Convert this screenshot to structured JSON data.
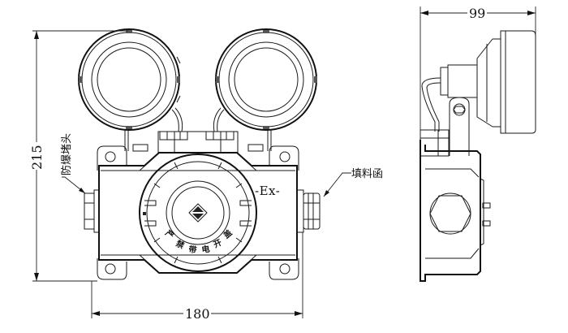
{
  "drawing": {
    "title": "Explosion-proof emergency light — dimension drawing",
    "dimensions": {
      "height": "215",
      "width": "180",
      "depth": "99"
    },
    "callouts": {
      "left_port": "防爆堵头",
      "right_port": "填料函"
    },
    "cover_warning": [
      "严",
      "禁",
      "带",
      "电",
      "开",
      "盖"
    ],
    "ex_mark": "-Ex-",
    "colors": {
      "line": "#1a1a1a",
      "background": "#ffffff"
    }
  }
}
